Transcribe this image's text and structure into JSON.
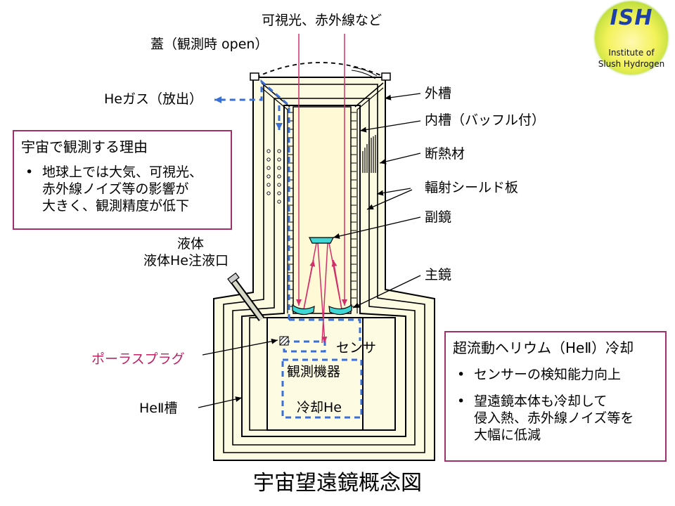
{
  "title": "宇宙望遠鏡概念図",
  "logo": {
    "abbr": "ISH",
    "line1": "Institute of",
    "line2": "Slush Hydrogen"
  },
  "labels": {
    "light": "可視光、赤外線など",
    "lid": "蓋（観測時 open）",
    "he_gas": "Heガス（放出）",
    "outer_tank": "外槽",
    "inner_tank": "内槽（バッフル付）",
    "insulation": "断熱材",
    "radiation_shield": "輻射シールド板",
    "secondary_mirror": "副鏡",
    "primary_mirror": "主鏡",
    "liquid": "液体",
    "inlet": "液体He注液口",
    "sensor": "センサ",
    "instrument": "観測機器",
    "cooling": "冷却He",
    "porous_plug": "ポーラスプラグ",
    "he2_tank": "HeⅡ槽"
  },
  "reason_box": {
    "title": "宇宙で観測する理由",
    "items": [
      "地球上では大気、可視光、",
      "赤外線ノイズ等の影響が",
      "大きく、観測精度が低下"
    ]
  },
  "cooling_box": {
    "title": "超流動ヘリウム（HeⅡ）冷却",
    "items": [
      "センサーの検知能力向上",
      "望遠鏡本体も冷却して",
      "侵入熱、赤外線ノイズ等を",
      "大幅に低減"
    ]
  },
  "colors": {
    "body_fill": "#fdfbe2",
    "inner_fill": "#fff9d6",
    "gas_arrow": "#3a6fd8",
    "light_ray": "#d0306a",
    "mirror": "#3fd6d6",
    "box_border": "#a0306a",
    "porous_plug_text": "#c02060"
  }
}
